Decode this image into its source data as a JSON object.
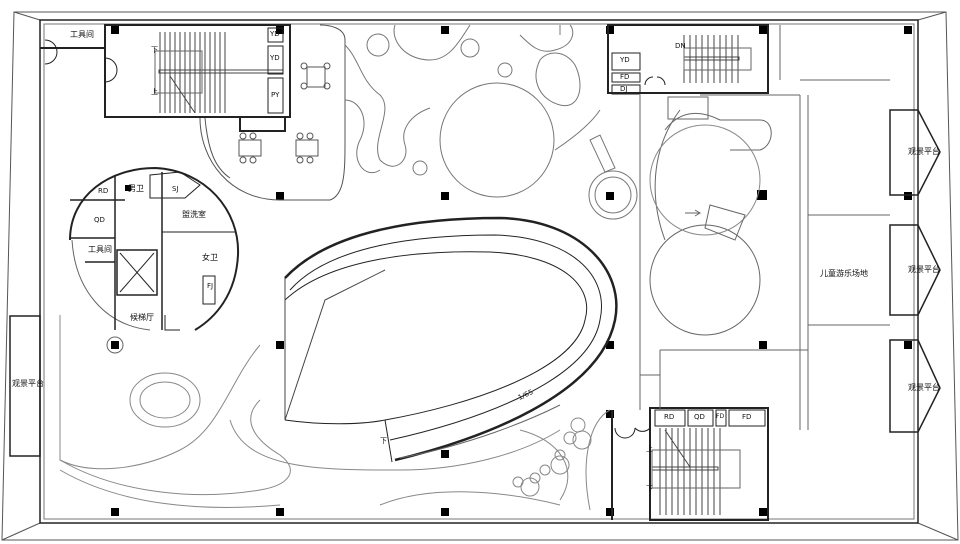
{
  "plan": {
    "rooms": {
      "tool_room_top": "工具间",
      "stair_nw_down": "下",
      "stair_nw_up": "上",
      "yd_1": "YD",
      "yd_2": "YD",
      "py": "PY",
      "rd_core": "RD",
      "men_wc": "男卫",
      "sj": "SJ",
      "qd_core": "QD",
      "washroom": "盥洗室",
      "tool_room_core": "工具间",
      "women_wc": "女卫",
      "fj": "FJ",
      "elevator_lobby": "候梯厅",
      "stair_ne_dn": "DN",
      "yd_ne": "YD",
      "fd_ne": "FD",
      "dj_ne": "DJ",
      "kids_play": "儿童游乐场地",
      "ramp_slope": "1/65",
      "ramp_down": "下",
      "rd_se": "RD",
      "qd_se": "QD",
      "fd_se_small": "FD",
      "fd_se": "FD",
      "stair_se_up": "上",
      "stair_se_down": "下"
    },
    "platforms": [
      "观景平台",
      "观景平台",
      "观景平台",
      "观景平台"
    ]
  }
}
